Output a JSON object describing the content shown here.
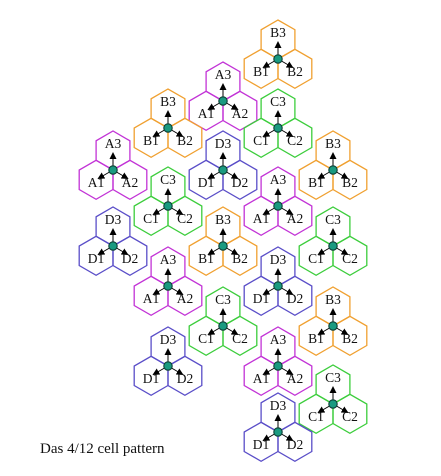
{
  "caption": "Das 4/12 cell pattern",
  "colors": {
    "A": "#c233d6",
    "B": "#f0a030",
    "C": "#3ccd3c",
    "D": "#5a4ec8",
    "site": "#1a9a80"
  },
  "clusters": [
    {
      "letter": "B",
      "labels": [
        "B3",
        "B1",
        "B2"
      ]
    },
    {
      "letter": "A",
      "labels": [
        "A3",
        "A1",
        "A2"
      ]
    },
    {
      "letter": "C",
      "labels": [
        "C3",
        "C1",
        "C2"
      ]
    },
    {
      "letter": "B",
      "labels": [
        "B3",
        "B1",
        "B2"
      ]
    },
    {
      "letter": "D",
      "labels": [
        "D3",
        "D1",
        "D2"
      ]
    },
    {
      "letter": "B",
      "labels": [
        "B3",
        "B1",
        "B2"
      ]
    },
    {
      "letter": "A",
      "labels": [
        "A3",
        "A1",
        "A2"
      ]
    },
    {
      "letter": "C",
      "labels": [
        "C3",
        "C1",
        "C2"
      ]
    },
    {
      "letter": "A",
      "labels": [
        "A3",
        "A1",
        "A2"
      ]
    },
    {
      "letter": "C",
      "labels": [
        "C3",
        "C1",
        "C2"
      ]
    },
    {
      "letter": "B",
      "labels": [
        "B3",
        "B1",
        "B2"
      ]
    },
    {
      "letter": "D",
      "labels": [
        "D3",
        "D1",
        "D2"
      ]
    },
    {
      "letter": "D",
      "labels": [
        "D3",
        "D1",
        "D2"
      ]
    },
    {
      "letter": "A",
      "labels": [
        "A3",
        "A1",
        "A2"
      ]
    },
    {
      "letter": "C",
      "labels": [
        "C3",
        "C1",
        "C2"
      ]
    },
    {
      "letter": "B",
      "labels": [
        "B3",
        "B1",
        "B2"
      ]
    },
    {
      "letter": "D",
      "labels": [
        "D3",
        "D1",
        "D2"
      ]
    },
    {
      "letter": "A",
      "labels": [
        "A3",
        "A1",
        "A2"
      ]
    },
    {
      "letter": "C",
      "labels": [
        "C3",
        "C1",
        "C2"
      ]
    },
    {
      "letter": "D",
      "labels": [
        "D3",
        "D1",
        "D2"
      ]
    }
  ]
}
